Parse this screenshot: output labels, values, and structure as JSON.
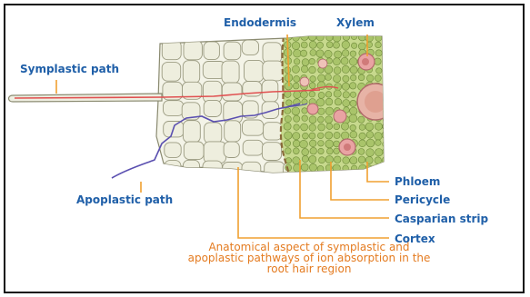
{
  "labels": {
    "endodermis": "Endodermis",
    "xylem": "Xylem",
    "symplastic": "Symplastic path",
    "apoplastic": "Apoplastic path",
    "phloem": "Phloem",
    "pericycle": "Pericycle",
    "casparian": "Casparian strip",
    "cortex": "Cortex"
  },
  "caption": {
    "line1": "Anatomical aspect of symplastic and",
    "line2": "apoplastic pathways of ion absorption in the",
    "line3": "root hair region"
  },
  "colors": {
    "label_text": "#1f5fa8",
    "leader_lines": "#f0a030",
    "caption_text": "#e47b20",
    "symplastic_path": "#e05050",
    "apoplastic_path": "#5a4fb0",
    "cortex_cells": "#eeeede",
    "stele_cells": "#a9c46a",
    "xylem_cells": "#e9a3a3"
  }
}
